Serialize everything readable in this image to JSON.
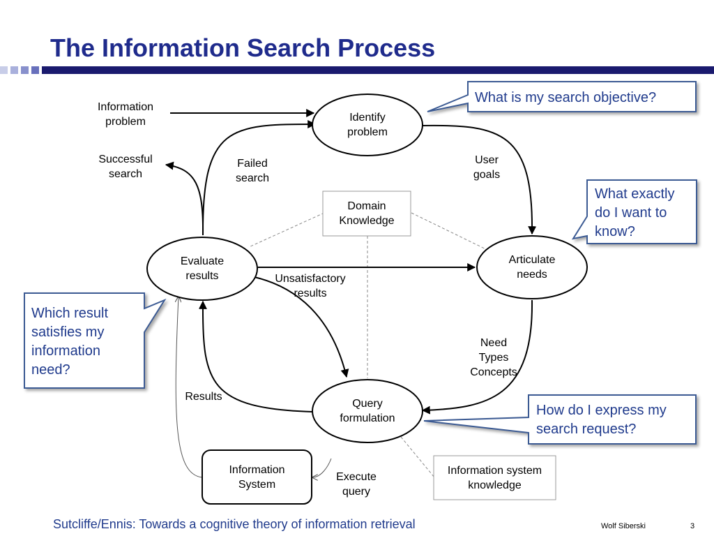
{
  "slide": {
    "title": "The Information Search Process",
    "accent_color": "#1f2b8c",
    "callout_text_color": "#1f3a8c",
    "footer_reference": "Sutcliffe/Ennis: Towards a cognitive theory of information retrieval",
    "footer_author": "Wolf Siberski",
    "page_number": "3"
  },
  "diagram": {
    "nodes": {
      "identify": "Identify\nproblem",
      "articulate": "Articulate\nneeds",
      "query": "Query\nformulation",
      "evaluate": "Evaluate\nresults",
      "domain_knowledge": "Domain\nKnowledge",
      "information_system": "Information\nSystem",
      "system_knowledge": "Information system\nknowledge"
    },
    "labels": {
      "information_problem": "Information\nproblem",
      "successful_search": "Successful\nsearch",
      "failed_search": "Failed\nsearch",
      "user_goals": "User\ngoals",
      "unsatisfactory_results": "Unsatisfactory\nresults",
      "need_types_concepts": "Need\nTypes\nConcepts",
      "results": "Results",
      "execute_query": "Execute\nquery"
    },
    "callouts": {
      "objective": "What is my search objective?",
      "want_to_know": "What exactly\ndo I want to\nknow?",
      "satisfies": "Which result\nsatisfies my\ninformation\nneed?",
      "express": "How do I express my\nsearch request?"
    }
  }
}
